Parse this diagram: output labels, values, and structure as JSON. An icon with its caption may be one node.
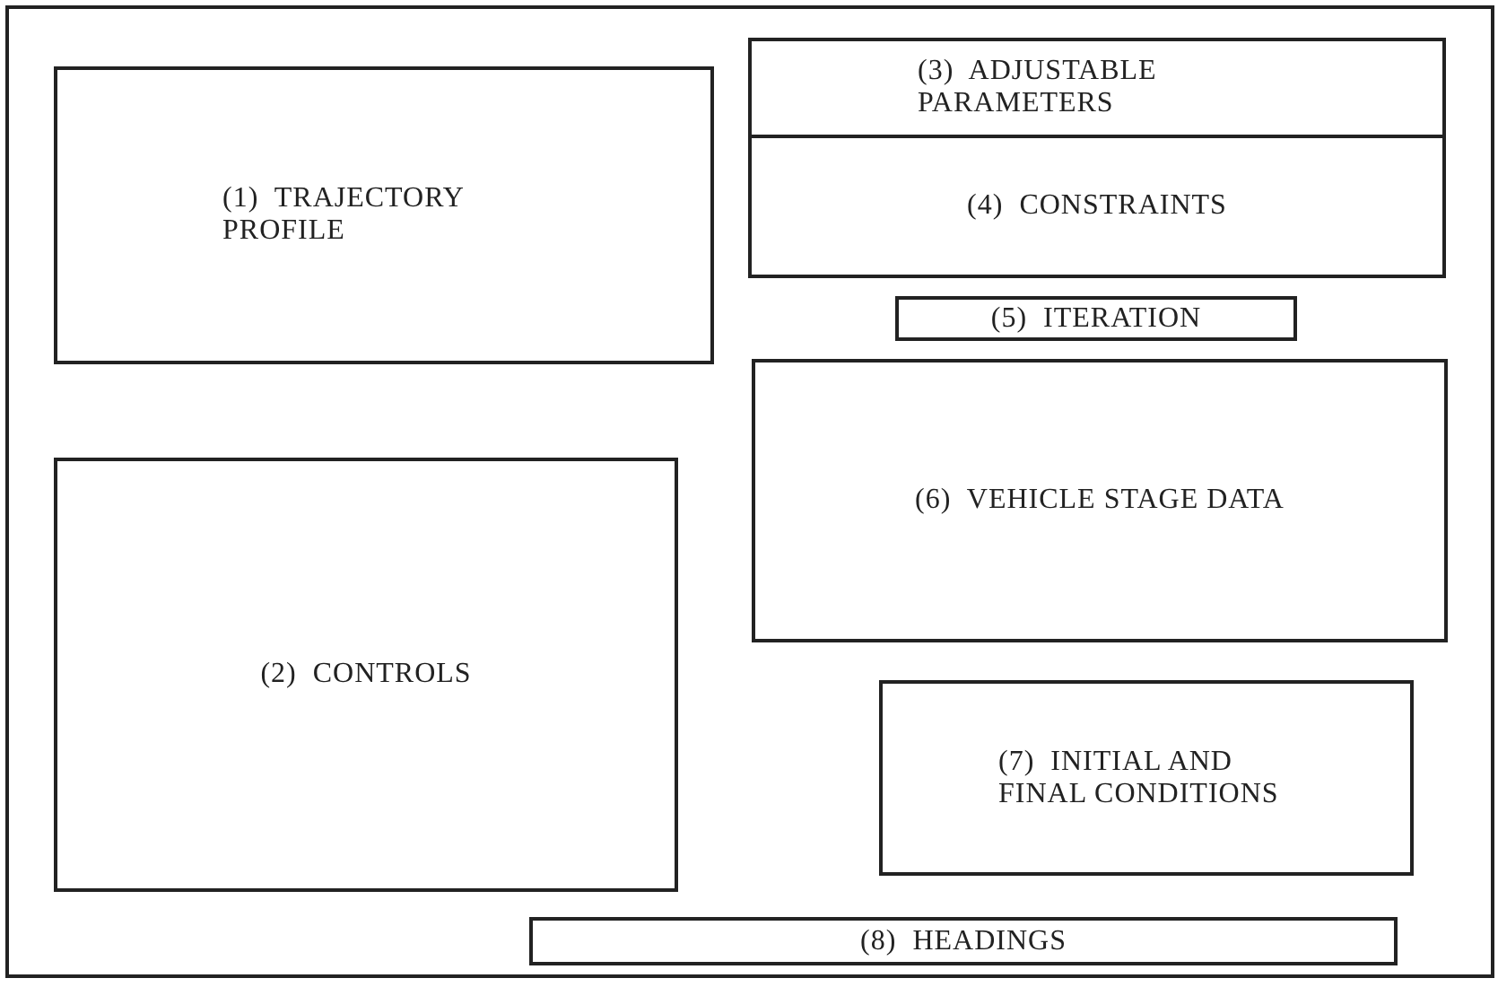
{
  "diagram": {
    "nodes": [
      {
        "text": [],
        "shape": "box"
      },
      {
        "text": [
          "(1)  TRAJECTORY PROFILE"
        ],
        "in": 0
      },
      {
        "text": [
          "(2)  CONTROLS"
        ],
        "in": 0
      },
      {
        "text": [
          "(3)  ADJUSTABLE PARAMETERS"
        ],
        "in": 0
      },
      {
        "text": [
          "(4)  CONSTRAINTS"
        ],
        "in": 0
      },
      {
        "text": [
          "(5)  ITERATION"
        ],
        "in": 0
      },
      {
        "text": [
          "(6)  VEHICLE STAGE DATA"
        ],
        "in": 0
      },
      {
        "text": [
          "(7)  INITIAL AND FINAL CONDITIONS"
        ],
        "in": 0
      },
      {
        "text": [
          "(8)  HEADINGS"
        ],
        "in": 0
      }
    ]
  }
}
